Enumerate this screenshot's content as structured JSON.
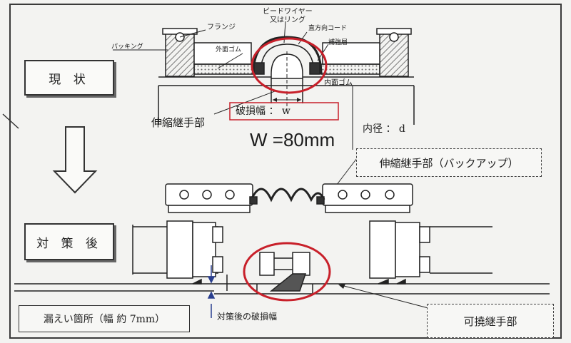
{
  "labels": {
    "bead_wire": "ビードワイヤー",
    "or_ring": "又はリング",
    "flange": "フランジ",
    "packing": "パッキング",
    "outer_rubber": "外面ゴム",
    "directional_cord": "直方向コード",
    "reinforcement": "補強層",
    "inner_rubber": "内面ゴム",
    "damage_width": "破損幅 ： w",
    "expansion_joint": "伸縮継手部",
    "inner_diameter": "内径 ： d",
    "w_value": "W =80mm",
    "expansion_backup": "伸縮継手部（バックアップ）",
    "after_damage_width": "対策後の破損幅",
    "flexible_joint": "可撓継手部",
    "leak_location": "漏えい箇所（幅 約 7mm）"
  },
  "status": {
    "current": "現 状",
    "after": "対 策 後"
  },
  "colors": {
    "highlight": "#c8202a",
    "pointer": "#2a3f8f",
    "line": "#222222",
    "hatch": "#555555",
    "background": "#f3f3f1"
  },
  "icons": {
    "flow_arrow": "down-arrow-icon"
  }
}
